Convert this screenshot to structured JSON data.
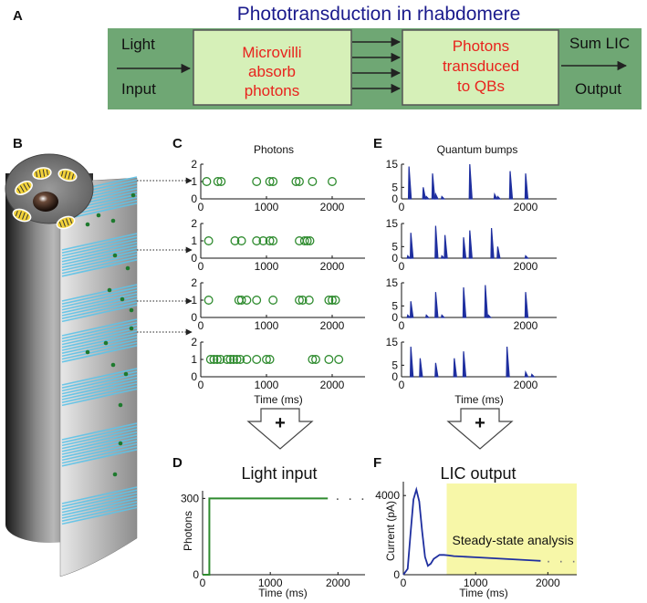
{
  "panels": {
    "a": "A",
    "b": "B",
    "c": "C",
    "d": "D",
    "e": "E",
    "f": "F"
  },
  "flow": {
    "title": "Phototransduction in rhabdomere",
    "light": "Light",
    "input": "Input",
    "box1": [
      "Microvilli",
      "absorb",
      "photons"
    ],
    "box2": [
      "Photons",
      "transduced",
      "to QBs"
    ],
    "sum_lic": "Sum LIC",
    "output": "Output",
    "colors": {
      "outer": "#6fa774",
      "inner": "#d6f0b8",
      "title": "#1a1a8c",
      "red": "#e8231d"
    }
  },
  "chart_data": [
    {
      "type": "scatter",
      "panel": "C",
      "title": "Photons",
      "xlabel": "Time (ms)",
      "xlim": [
        0,
        2500
      ],
      "ylim": [
        0,
        2
      ],
      "xticks": [
        "0",
        "1000",
        "2000"
      ],
      "yticks": [
        "0",
        "1",
        "2"
      ],
      "color": "#2e8b2e",
      "rows": [
        [
          90,
          260,
          310,
          850,
          1050,
          1100,
          1450,
          1500,
          1700,
          2000
        ],
        [
          120,
          520,
          620,
          850,
          950,
          1050,
          1100,
          1500,
          1580,
          1620,
          1660
        ],
        [
          120,
          580,
          620,
          700,
          850,
          1100,
          1500,
          1550,
          1650,
          1950,
          2000,
          2050
        ],
        [
          150,
          200,
          250,
          300,
          400,
          450,
          500,
          550,
          600,
          700,
          850,
          1000,
          1050,
          1700,
          1750,
          1950,
          2100
        ]
      ]
    },
    {
      "type": "bar",
      "panel": "E",
      "title": "Quantum bumps",
      "xlabel": "Time (ms)",
      "xlim": [
        0,
        2500
      ],
      "ylim": [
        0,
        15
      ],
      "xticks": [
        "0",
        "2000"
      ],
      "yticks": [
        "0",
        "5",
        "15"
      ],
      "color": "#1f2f9f",
      "rows": [
        [
          [
            120,
            14
          ],
          [
            350,
            5
          ],
          [
            400,
            1
          ],
          [
            500,
            11
          ],
          [
            550,
            2
          ],
          [
            650,
            1
          ],
          [
            1100,
            15
          ],
          [
            1500,
            2
          ],
          [
            1550,
            1
          ],
          [
            1750,
            12
          ],
          [
            2000,
            11
          ]
        ],
        [
          [
            100,
            1
          ],
          [
            150,
            11
          ],
          [
            550,
            14
          ],
          [
            650,
            1
          ],
          [
            700,
            10
          ],
          [
            1000,
            9
          ],
          [
            1100,
            12
          ],
          [
            1450,
            13
          ],
          [
            1550,
            5
          ],
          [
            2000,
            1
          ]
        ],
        [
          [
            100,
            1
          ],
          [
            150,
            7
          ],
          [
            400,
            1
          ],
          [
            550,
            11
          ],
          [
            650,
            1
          ],
          [
            1000,
            13
          ],
          [
            1350,
            14
          ],
          [
            1400,
            1
          ],
          [
            2000,
            11
          ]
        ],
        [
          [
            150,
            13
          ],
          [
            300,
            8
          ],
          [
            550,
            6
          ],
          [
            850,
            8
          ],
          [
            1000,
            11
          ],
          [
            1700,
            13
          ],
          [
            2000,
            2
          ],
          [
            2100,
            1
          ]
        ]
      ]
    },
    {
      "type": "line",
      "panel": "D",
      "title": "Light input",
      "xlabel": "Time (ms)",
      "ylabel": "Photons",
      "xlim": [
        0,
        2400
      ],
      "ylim": [
        0,
        330
      ],
      "xticks": [
        "0",
        "1000",
        "2000"
      ],
      "yticks": [
        "0",
        "300"
      ],
      "color": "#2e8b2e",
      "x": [
        0,
        100,
        100,
        1850
      ],
      "y": [
        0,
        0,
        300,
        300
      ],
      "continuation": "· · ·"
    },
    {
      "type": "line",
      "panel": "F",
      "title": "LIC output",
      "xlabel": "Time (ms)",
      "ylabel": "Current (pA)",
      "xlim": [
        0,
        2400
      ],
      "ylim": [
        0,
        4700
      ],
      "xticks": [
        "0",
        "1000",
        "2000"
      ],
      "yticks": [
        "0",
        "4000"
      ],
      "color": "#1f2f9f",
      "x": [
        0,
        60,
        100,
        140,
        180,
        220,
        260,
        300,
        340,
        380,
        420,
        460,
        500,
        560,
        620,
        700,
        800,
        1000,
        1200,
        1400,
        1600,
        1800,
        1900
      ],
      "y": [
        0,
        300,
        2100,
        3800,
        4300,
        3700,
        2200,
        900,
        450,
        560,
        800,
        900,
        1000,
        1000,
        980,
        940,
        920,
        880,
        840,
        800,
        760,
        720,
        700
      ],
      "annotation": "Steady-state analysis",
      "annotation_color": "#f7f7a8",
      "continuation": "· · ·"
    }
  ]
}
